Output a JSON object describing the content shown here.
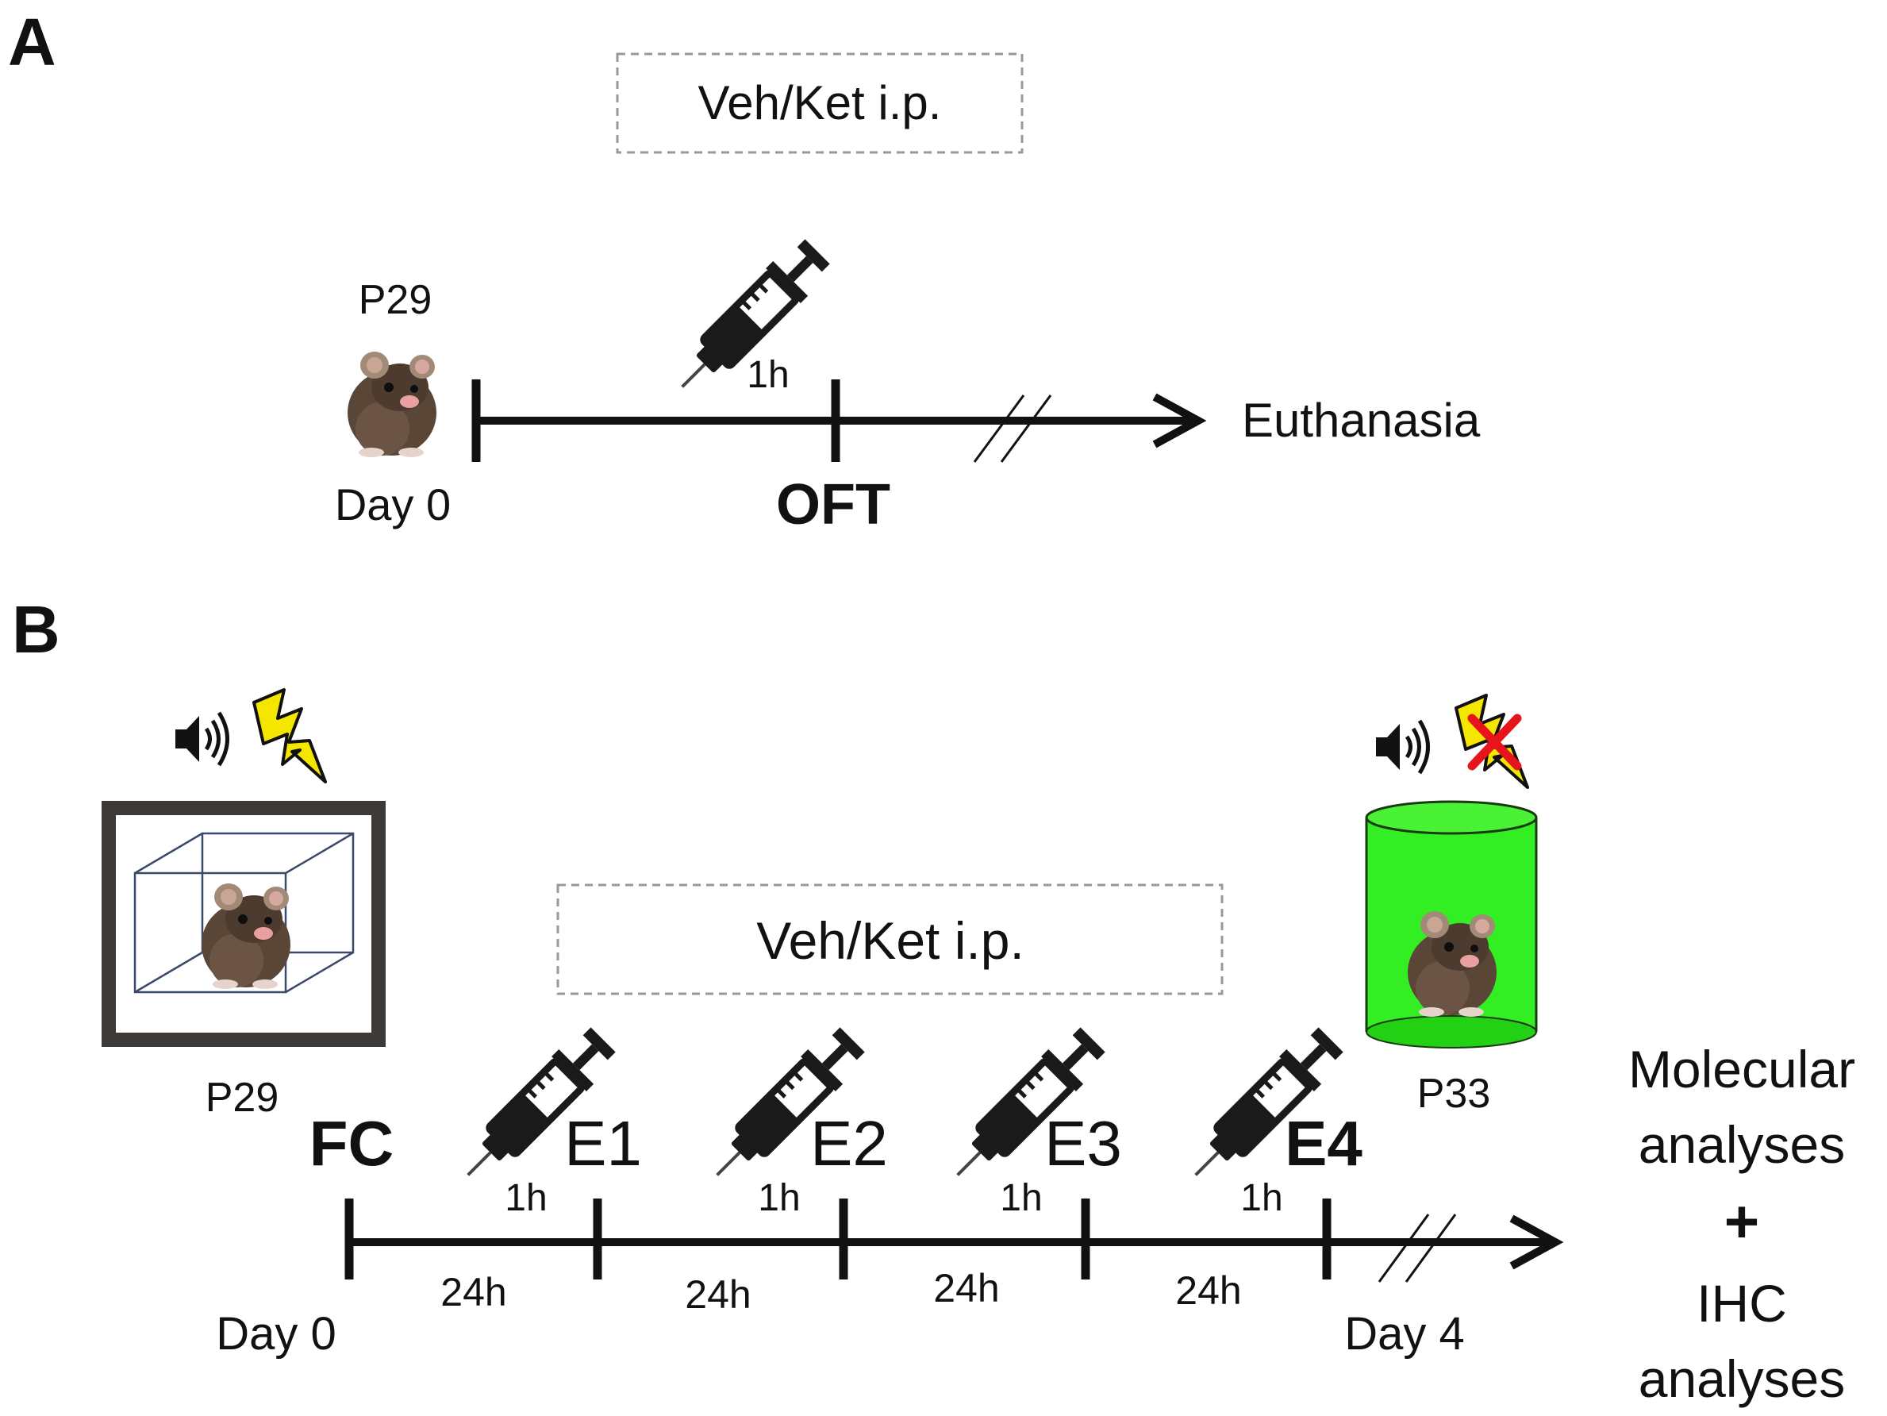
{
  "panel_a": {
    "label": "A",
    "treatment_box": "Veh/Ket i.p.",
    "age": "P29",
    "start_day": "Day 0",
    "interval": "1h",
    "test": "OFT",
    "endpoint": "Euthanasia"
  },
  "panel_b": {
    "label": "B",
    "treatment_box": "Veh/Ket i.p.",
    "start_age": "P29",
    "end_age": "P33",
    "start_day": "Day 0",
    "end_day": "Day 4",
    "stages": [
      "FC",
      "E1",
      "E2",
      "E3",
      "E4"
    ],
    "injection_interval": "1h",
    "day_interval": "24h",
    "endpoint_lines": [
      "Molecular",
      "analyses",
      "+",
      "IHC",
      "analyses"
    ]
  },
  "icons": {
    "syringe": "syringe-icon",
    "mouse": "mouse-icon",
    "speaker": "speaker-icon",
    "shock": "lightning-bolt-icon",
    "no_shock": "red-x-icon",
    "context_a": "fear-conditioning-chamber-icon",
    "context_b": "green-cylinder-context-icon"
  },
  "colors": {
    "lightning": "#f5e600",
    "cylinder": "#33ee22",
    "cross": "#e8141c",
    "line": "#111111",
    "dashed_box": "#999999"
  }
}
